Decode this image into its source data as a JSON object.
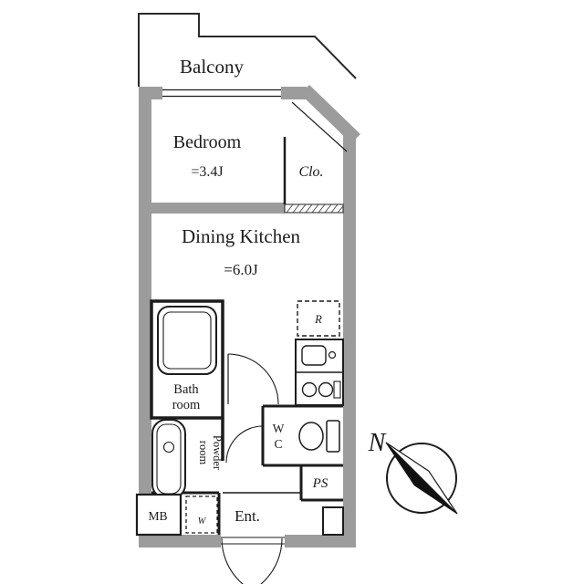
{
  "colors": {
    "wall": "#9c9c9c",
    "line": "#1c1c1c"
  },
  "labels": {
    "balcony": "Balcony",
    "bedroom_name": "Bedroom",
    "bedroom_size": "=3.4J",
    "dining_kitchen_name": "Dining Kitchen",
    "dining_kitchen_size": "=6.0J",
    "closet": "Clo.",
    "bath_line1": "Bath",
    "bath_line2": "room",
    "powder_line1": "Powder",
    "powder_line2": "room",
    "wc_line1": "W",
    "wc_line2": "C",
    "ps": "PS",
    "mb": "MB",
    "entrance": "Ent.",
    "refrigerator": "R",
    "washer": "W",
    "compass_north": "N"
  }
}
